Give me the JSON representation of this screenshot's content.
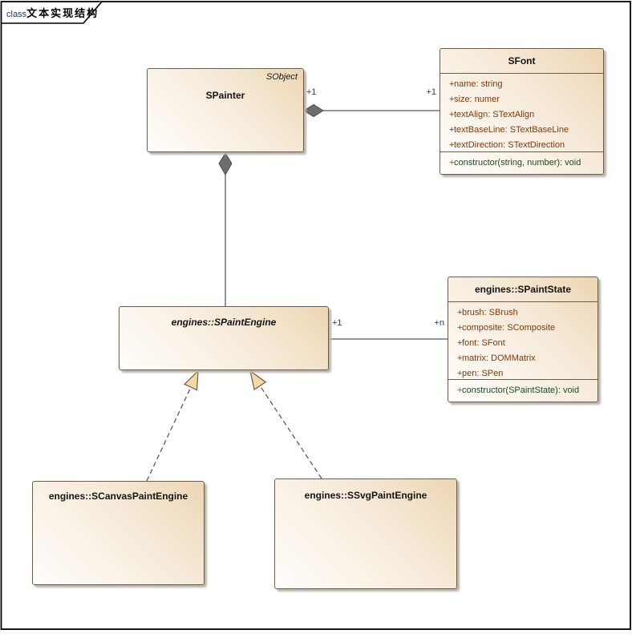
{
  "frame": {
    "keyword": "class",
    "title": "文本实现结构"
  },
  "classes": {
    "spainter": {
      "stereotype": "SObject",
      "name": "SPainter"
    },
    "sfont": {
      "name": "SFont",
      "attributes": [
        {
          "vis": "+",
          "text": "name: string"
        },
        {
          "vis": "+",
          "text": "size: numer"
        },
        {
          "vis": "+",
          "text": "textAlign: STextAlign"
        },
        {
          "vis": "+",
          "text": "textBaseLine: STextBaseLine"
        },
        {
          "vis": "+",
          "text": "textDirection: STextDirection"
        }
      ],
      "operations": [
        {
          "vis": "+",
          "text": "constructor(string, number): void"
        }
      ]
    },
    "spaintstate": {
      "name": "engines::SPaintState",
      "attributes": [
        {
          "vis": "+",
          "text": "brush: SBrush"
        },
        {
          "vis": "+",
          "text": "composite: SComposite"
        },
        {
          "vis": "+",
          "text": "font: SFont"
        },
        {
          "vis": "+",
          "text": "matrix: DOMMatrix"
        },
        {
          "vis": "+",
          "text": "pen: SPen"
        }
      ],
      "operations": [
        {
          "vis": "+",
          "text": "constructor(SPaintState): void"
        }
      ]
    },
    "spaintengine": {
      "name": "engines::SPaintEngine"
    },
    "scanvaspaintengine": {
      "name": "engines::SCanvasPaintEngine"
    },
    "ssvgpaintengine": {
      "name": "engines::SSvgPaintEngine"
    }
  },
  "connectors": {
    "painter_font": {
      "type": "composition",
      "source_multiplicity": "+1",
      "target_multiplicity": "+1"
    },
    "painter_engine": {
      "type": "composition"
    },
    "engine_state": {
      "type": "association",
      "source_multiplicity": "+1",
      "target_multiplicity": "+n"
    },
    "canvas_to_engine": {
      "type": "generalization"
    },
    "svg_to_engine": {
      "type": "generalization"
    }
  },
  "colors": {
    "box_fill_dark": "#ecd6b2",
    "box_fill_light": "#fffefc",
    "box_border": "#6d5c4d",
    "attribute_text": "#80380a",
    "operation_text": "#1d4a24",
    "multiplicity_text": "#2e3a5c",
    "keyword_text": "#1f3864",
    "line": "#5a5a5a",
    "diamond_fill": "#6e6e6e",
    "triangle_fill": "#f3d8a6",
    "frame_border": "#000000"
  }
}
